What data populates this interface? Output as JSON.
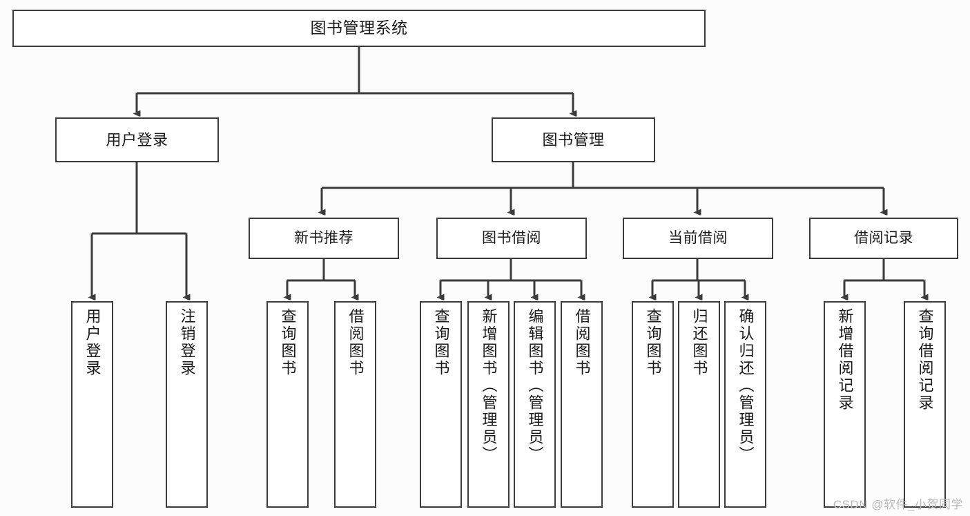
{
  "diagram": {
    "title": "图书管理系统",
    "watermark": "CSDN @软件_小贺同学",
    "colors": {
      "background": "#fcfcfc",
      "box_fill": "#ffffff",
      "box_border": "#3b3b3b",
      "edge": "#3b3b3b",
      "text": "#1a1a1a",
      "watermark": "#b9b9b9"
    },
    "nodes": {
      "root": {
        "label": "图书管理系统"
      },
      "level1": [
        {
          "label": "用户登录"
        },
        {
          "label": "图书管理"
        }
      ],
      "level2": [
        {
          "label": "新书推荐"
        },
        {
          "label": "图书借阅"
        },
        {
          "label": "当前借阅"
        },
        {
          "label": "借阅记录"
        }
      ],
      "leaves": {
        "user_login": [
          {
            "label": "用户登录"
          },
          {
            "label": "注销登录"
          }
        ],
        "new_book_recommend": [
          {
            "label": "查询图书"
          },
          {
            "label": "借阅图书"
          }
        ],
        "book_borrow": [
          {
            "label": "查询图书"
          },
          {
            "label": "新增图书（管理员）"
          },
          {
            "label": "编辑图书（管理员）"
          },
          {
            "label": "借阅图书"
          }
        ],
        "current_borrow": [
          {
            "label": "查询图书"
          },
          {
            "label": "归还图书"
          },
          {
            "label": "确认归还（管理员）"
          }
        ],
        "borrow_record": [
          {
            "label": "新增借阅记录"
          },
          {
            "label": "查询借阅记录"
          }
        ]
      }
    }
  }
}
